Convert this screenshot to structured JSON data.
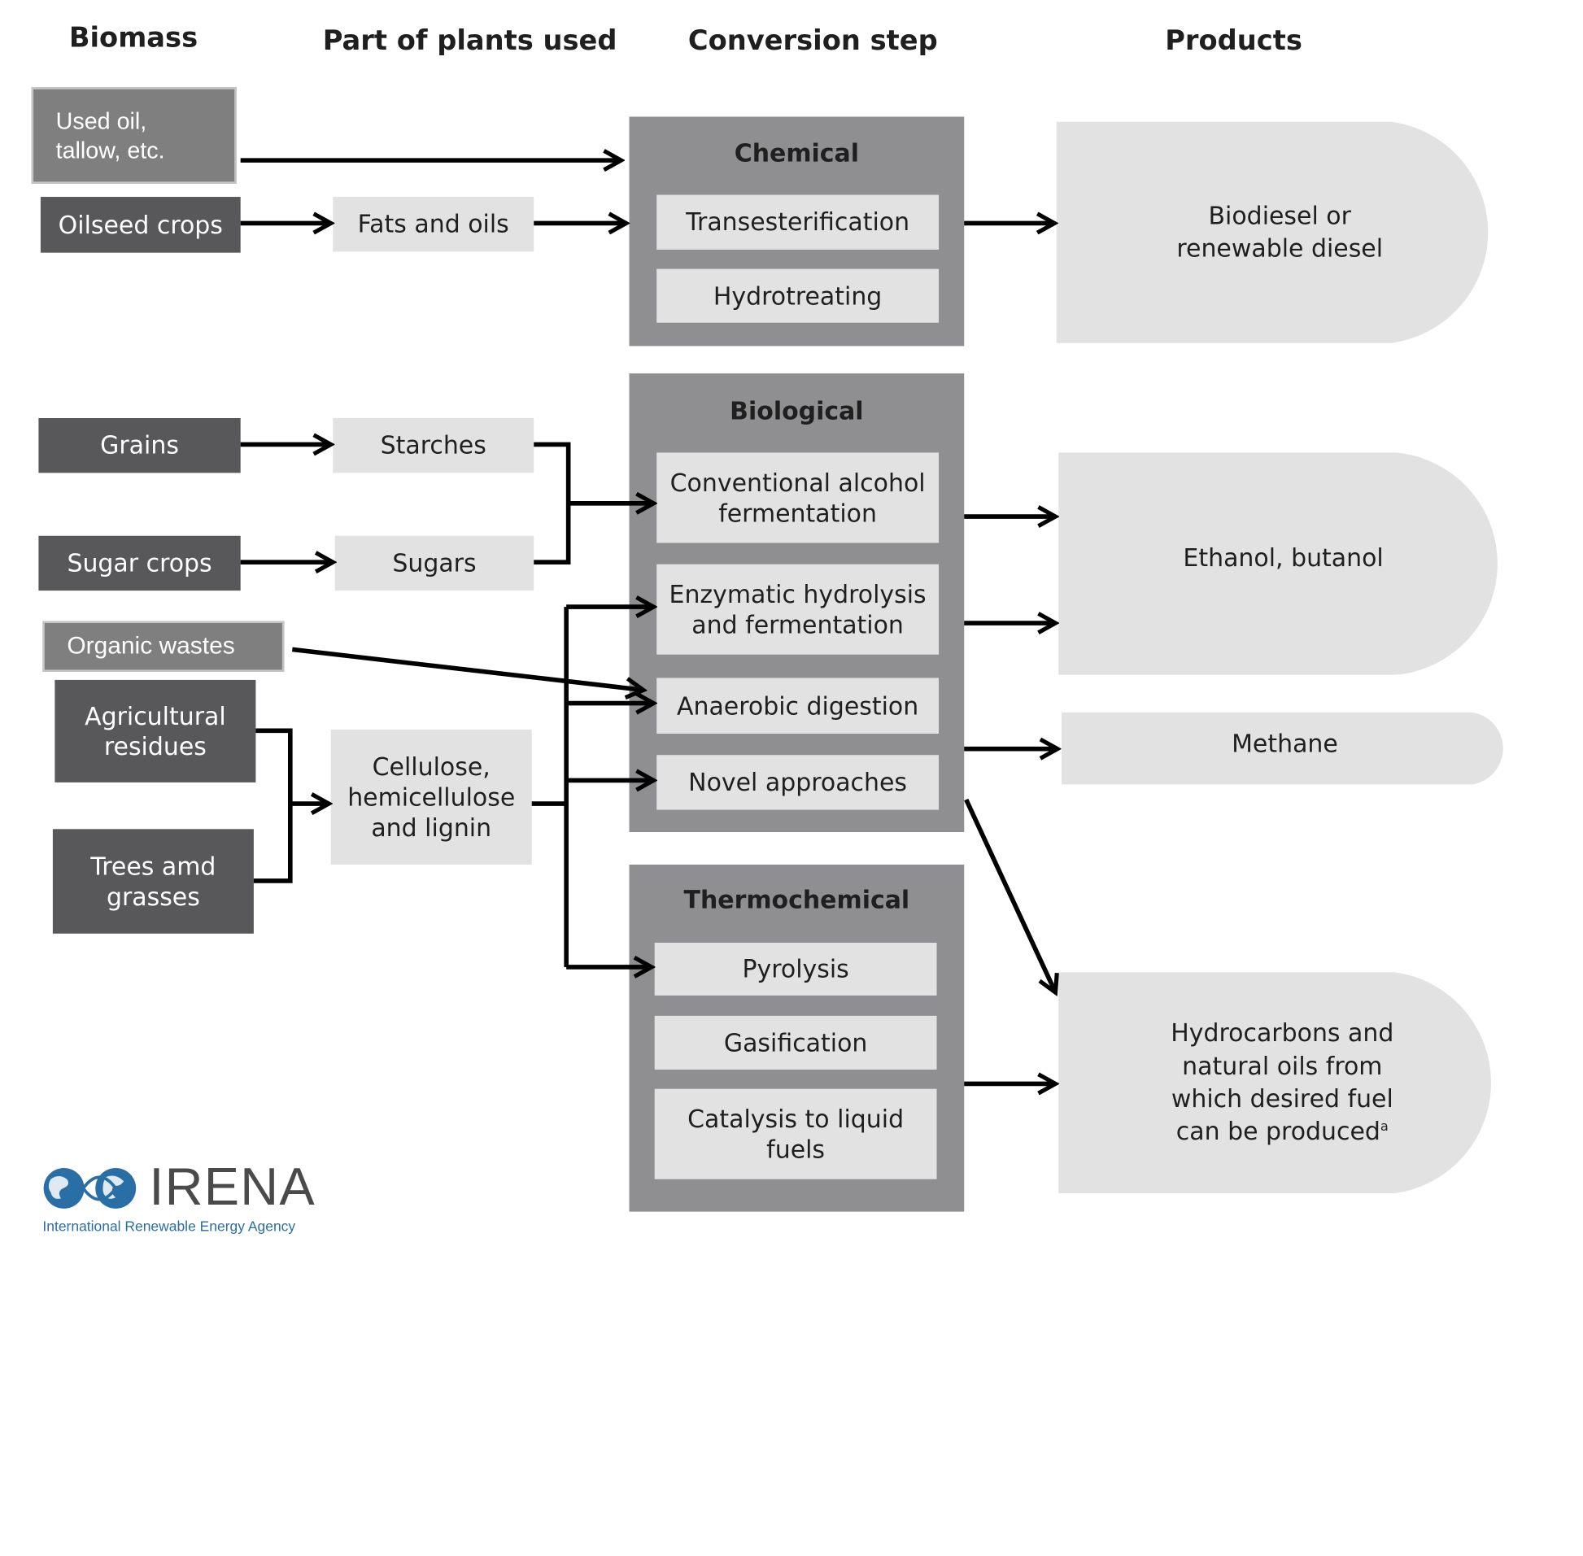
{
  "headers": {
    "biomass": "Biomass",
    "part": "Part of plants used",
    "conversion": "Conversion step",
    "products": "Products"
  },
  "biomass": {
    "used_oil": "Used oil,\ntallow, etc.",
    "oilseed": "Oilseed crops",
    "grains": "Grains",
    "sugar": "Sugar crops",
    "organic": "Organic wastes",
    "agri": "Agricultural\nresidues",
    "trees": "Trees amd\ngrasses"
  },
  "parts": {
    "fats": "Fats and oils",
    "starches": "Starches",
    "sugars": "Sugars",
    "cellulose": "Cellulose,\nhemicellulose\nand lignin"
  },
  "chemical": {
    "title": "Chemical",
    "steps": [
      "Transesterification",
      "Hydrotreating"
    ]
  },
  "biological": {
    "title": "Biological",
    "steps": [
      "Conventional alcohol\nfermentation",
      "Enzymatic hydrolysis\nand fermentation",
      "Anaerobic digestion",
      "Novel approaches"
    ]
  },
  "thermochemical": {
    "title": "Thermochemical",
    "steps": [
      "Pyrolysis",
      "Gasification",
      "Catalysis to liquid\nfuels"
    ]
  },
  "products": {
    "diesel": "Biodiesel or\nrenewable diesel",
    "ethanol": "Ethanol, butanol",
    "methane": "Methane",
    "hydrocarbons": "Hydrocarbons and\nnatural oils from\nwhich desired fuel\ncan be produced",
    "hydrocarbons_note": "a"
  },
  "logo": {
    "name": "IRENA",
    "tagline": "International Renewable Energy Agency"
  },
  "colors": {
    "dark_box": "#58585a",
    "light_box": "#e2e2e3",
    "group_bg": "#8f8f91",
    "logo_blue": "#2a6ea6"
  }
}
